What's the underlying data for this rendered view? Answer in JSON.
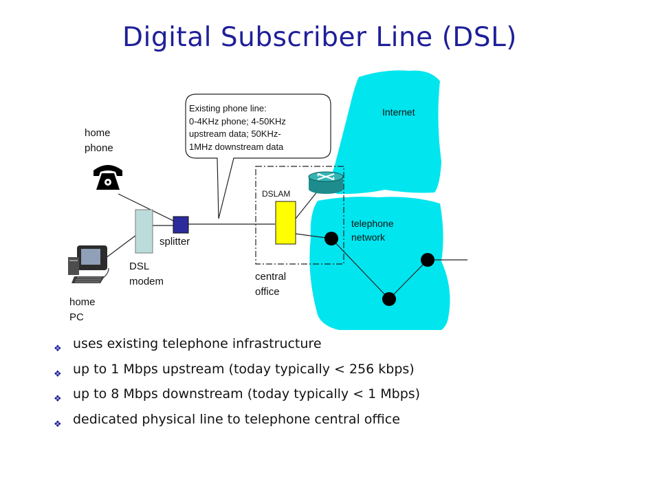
{
  "title": "Digital Subscriber Line (DSL)",
  "diagram": {
    "internet_label": "Internet",
    "telephone_network_label": "telephone\nnetwork",
    "home_phone_label": "home\nphone",
    "home_pc_label": "home\nPC",
    "dsl_modem_label": "DSL\nmodem",
    "splitter_label": "splitter",
    "dslam_label": "DSLAM",
    "central_office_label": "central\noffice",
    "callout_text": "Existing phone line:\n0-4KHz phone; 4-50KHz\nupstream data; 50KHz-\n1MHz downstream data"
  },
  "bullets": [
    "uses existing telephone infrastructure",
    "up to 1 Mbps upstream (today typically < 256 kbps)",
    "up to 8 Mbps downstream (today typically < 1 Mbps)",
    "dedicated physical line to telephone central office"
  ],
  "colors": {
    "title": "#1f1f99",
    "cloud": "#00e5ee",
    "dslam": "#ffff00",
    "modem": "#bcdcdc",
    "splitter": "#2b2b9b",
    "router": "#2aa0a0"
  },
  "icons": {
    "bullet": "diamond-bullet-icon",
    "phone": "telephone-icon",
    "pc": "desktop-computer-icon",
    "router": "router-icon"
  }
}
